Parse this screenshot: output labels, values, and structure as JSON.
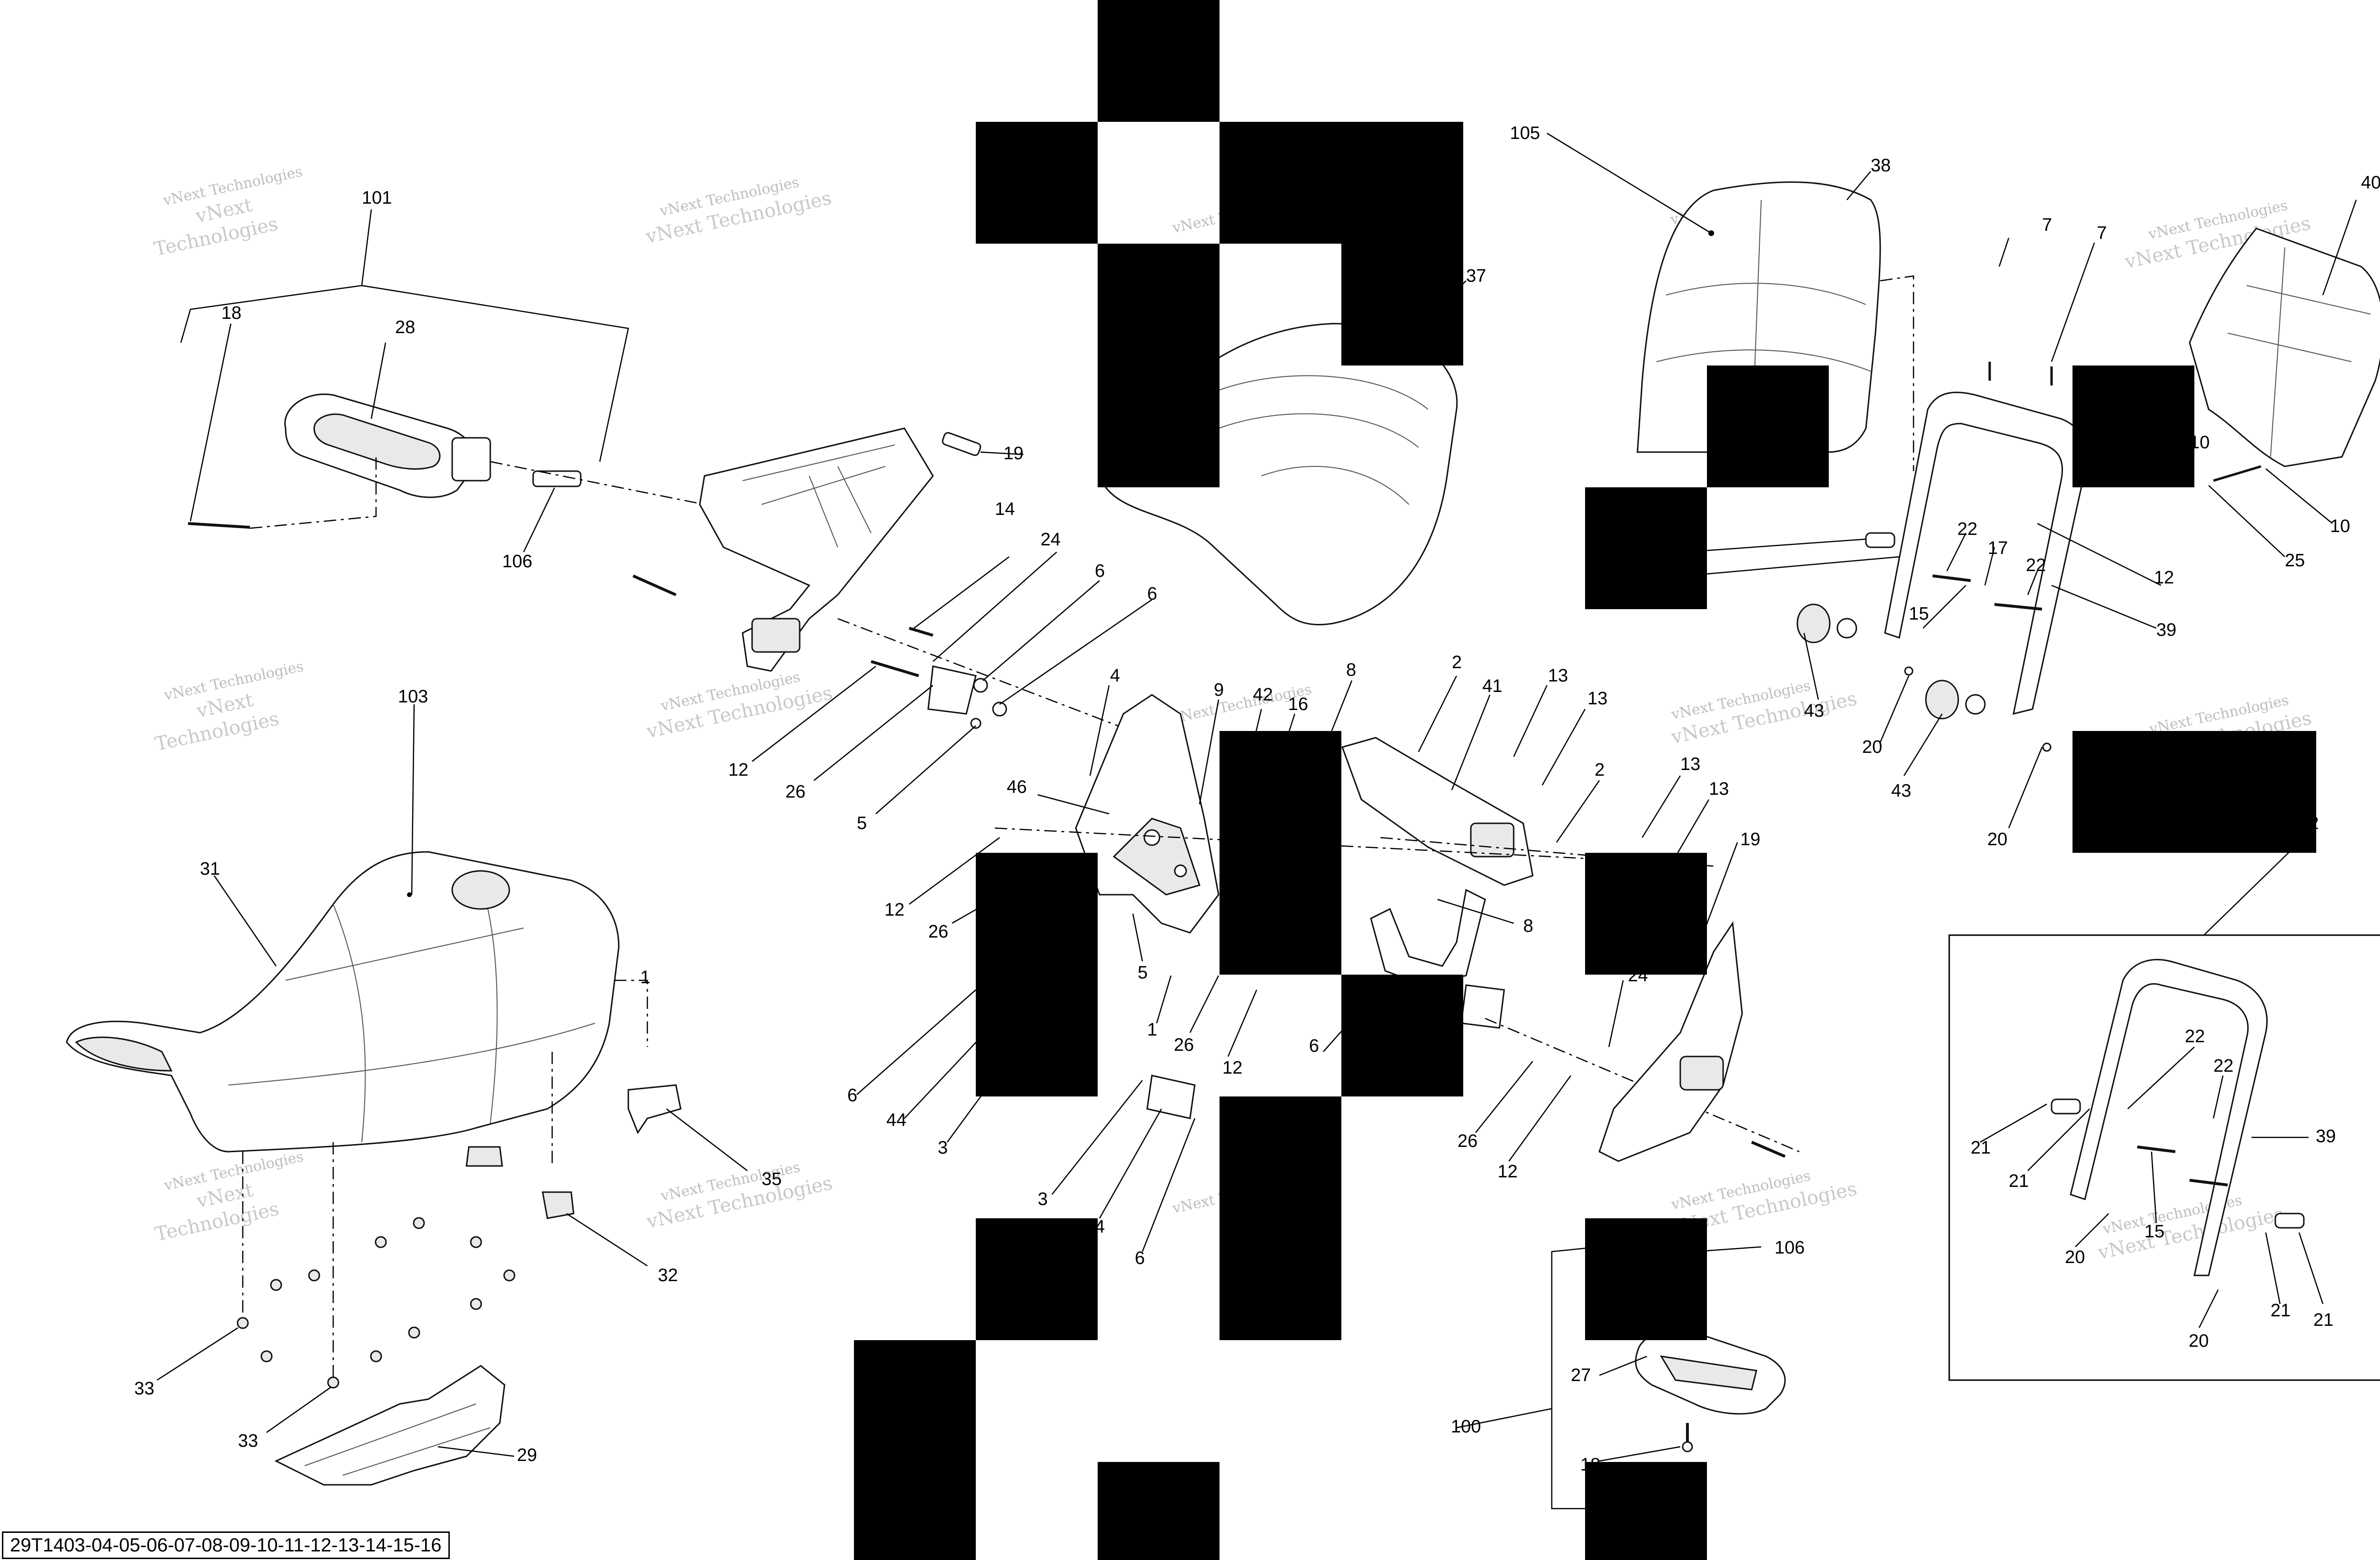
{
  "diagram_code": "29T1403-04-05-06-07-08-09-10-11-12-13-14-15-16",
  "watermark": {
    "line1": "vNext Technologies",
    "line2": "vNext",
    "line3": "Technologies"
  },
  "callouts": {
    "c101": "101",
    "c18a": "18",
    "c28": "28",
    "c106a": "106",
    "c19a": "19",
    "c14": "14",
    "c24a": "24",
    "c6a": "6",
    "c6b": "6",
    "c12a": "12",
    "c26a": "26",
    "c5a": "5",
    "c37": "37",
    "c105": "105",
    "c38": "38",
    "c40": "40",
    "c7a": "7",
    "c7b": "7",
    "c10a": "10",
    "c10b": "10",
    "c25": "25",
    "c21a": "21",
    "c21b": "21",
    "c22a": "22",
    "c17": "17",
    "c22b": "22",
    "c12b": "12",
    "c15a": "15",
    "c39a": "39",
    "c43a": "43",
    "c20a": "20",
    "c43b": "43",
    "c20b": "20",
    "c102": "102",
    "c4a": "4",
    "c9": "9",
    "c42": "42",
    "c16": "16",
    "c8a": "8",
    "c2a": "2",
    "c41": "41",
    "c13a": "13",
    "c13b": "13",
    "c46": "46",
    "c2b": "2",
    "c13c": "13",
    "c13d": "13",
    "c12c": "12",
    "c26b": "26",
    "c5b": "5",
    "c8b": "8",
    "c19b": "19",
    "c1a": "1",
    "c24b": "24",
    "c26c": "26",
    "c12d": "12",
    "c6c": "6",
    "c26d": "26",
    "c12e": "12",
    "c6d": "6",
    "c44": "44",
    "c3a": "3",
    "c3b": "3",
    "c4b": "4",
    "c6e": "6",
    "c103": "103",
    "c31": "31",
    "c1b": "1",
    "c35": "35",
    "c32": "32",
    "c33a": "33",
    "c33b": "33",
    "c29": "29",
    "c106b": "106",
    "c27": "27",
    "c100": "100",
    "c18b": "18",
    "c22c": "22",
    "c22d": "22",
    "c21c": "21",
    "c39b": "39",
    "c21d": "21",
    "c15b": "15",
    "c20c": "20",
    "c21e": "21",
    "c21f": "21",
    "c20d": "20"
  }
}
